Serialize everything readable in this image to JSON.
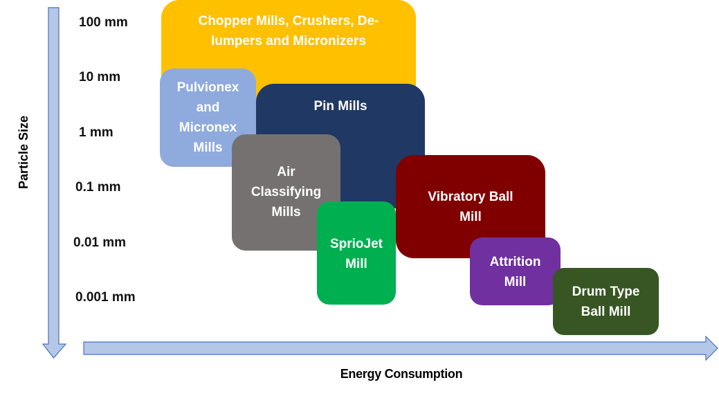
{
  "axes": {
    "y_label": "Particle Size",
    "x_label": "Energy Consumption",
    "y_ticks": [
      "100 mm",
      "10 mm",
      "1 mm",
      "0.1 mm",
      "0.01 mm",
      "0.001 mm"
    ],
    "arrow_color": "#B4C7E7",
    "arrow_stroke": "#4472C4"
  },
  "mills": [
    {
      "id": "chopper",
      "label": "Chopper Mills, Crushers, De-\nlumpers  and Micronizers",
      "color": "#FFC000"
    },
    {
      "id": "pulvionex",
      "label": "Pulvionex\nand\nMicronex\nMills",
      "color": "#8FAADC"
    },
    {
      "id": "pin",
      "label": "Pin Mills",
      "color": "#203864"
    },
    {
      "id": "air",
      "label": "Air\nClassifying\nMills",
      "color": "#767171"
    },
    {
      "id": "spriojet",
      "label": "SprioJet\nMill",
      "color": "#00B050"
    },
    {
      "id": "vibratory",
      "label": "Vibratory Ball\nMill",
      "color": "#800000"
    },
    {
      "id": "attrition",
      "label": "Attrition\nMill",
      "color": "#7030A0"
    },
    {
      "id": "drum",
      "label": "Drum Type\nBall Mill",
      "color": "#375623"
    }
  ]
}
